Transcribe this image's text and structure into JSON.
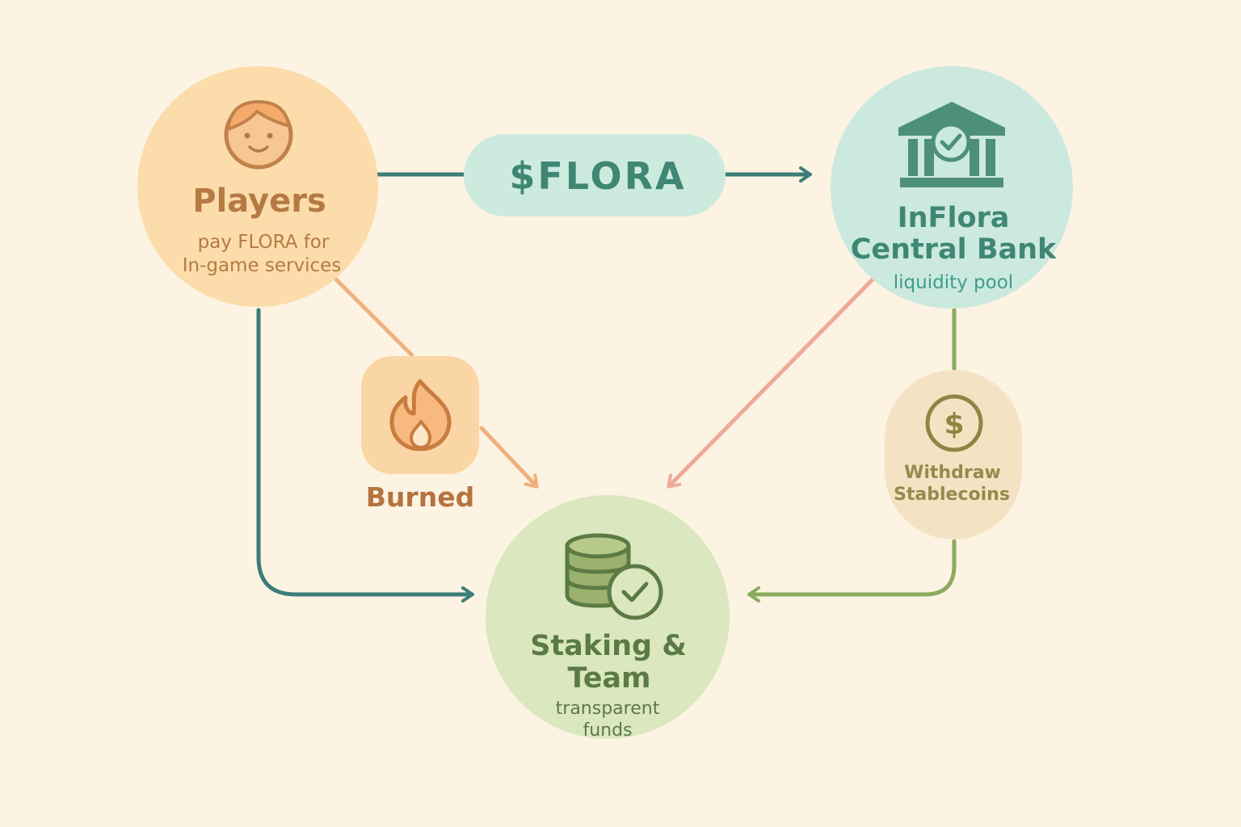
{
  "token": {
    "label": "$FLORA"
  },
  "players": {
    "title": "Players",
    "subtitle_line1": "pay FLORA for",
    "subtitle_line2": "In-game services",
    "icon": "smiling-face-icon"
  },
  "bank": {
    "title_line1": "InFlora",
    "title_line2": "Central Bank",
    "subtitle": "liquidity pool",
    "icon": "bank-check-icon"
  },
  "burned": {
    "label": "Burned",
    "icon": "flame-icon"
  },
  "withdraw": {
    "label_line1": "Withdraw",
    "label_line2": "Stablecoins",
    "icon": "dollar-coin-icon"
  },
  "staking": {
    "title_line1": "Staking &",
    "title_line2": "Team",
    "subtitle_line1": "transparent",
    "subtitle_line2": "funds",
    "icon": "coin-stack-check-icon"
  },
  "colors": {
    "background": "#fdf3e3",
    "players_fill": "#fbdcaa",
    "players_text": "#b57a43",
    "bank_fill": "#cbe9de",
    "bank_text": "#3f8774",
    "token_pill": "#cdeadf",
    "burned_fill": "#fad6a4",
    "burned_text": "#b5733f",
    "withdraw_fill": "#f4e3c3",
    "withdraw_text": "#968a4c",
    "staking_fill": "#dbe7be",
    "staking_text": "#5b7a44",
    "teal_arrow": "#3b7d78",
    "orange_arrow": "#f0b07d",
    "pink_arrow": "#eeaa98",
    "green_arrow": "#8aab5b"
  }
}
